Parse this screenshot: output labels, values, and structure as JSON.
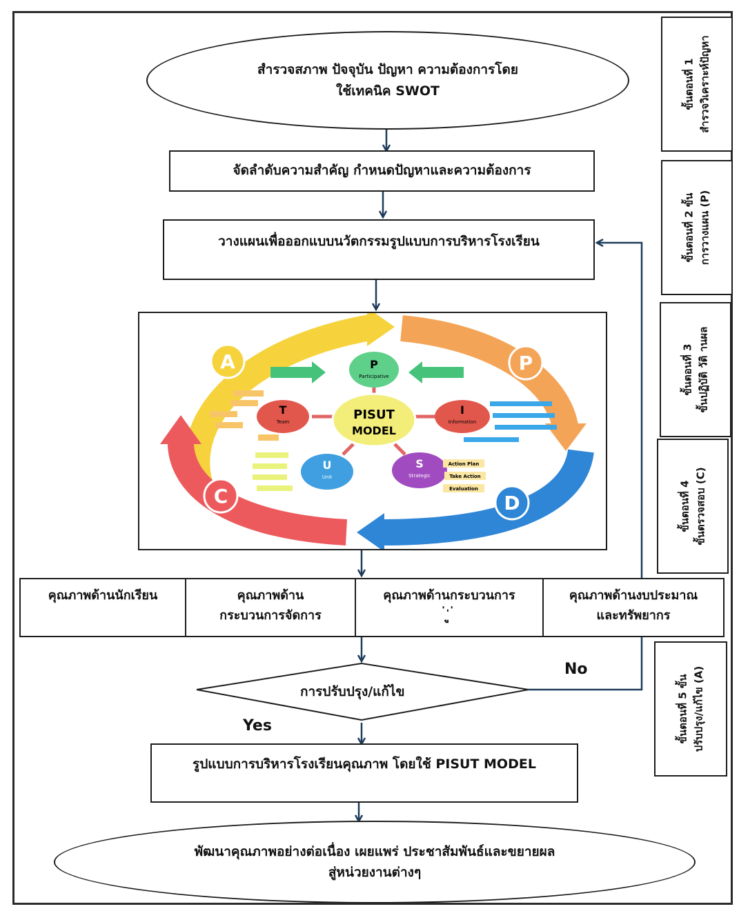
{
  "steps": {
    "start": {
      "line1": "สำรวจสภาพ  ปัจจุบัน  ปัญหา  ความต้องการโดย",
      "line2": "ใช้เทคนิค  SWOT"
    },
    "prioritize": "จัดลำดับความสำคัญ   กำหนดปัญหาและความต้องการ",
    "plan": "วางแผนเพื่อออกแบบนวัตกรรมรูปแบบการบริหารโรงเรียน",
    "decision": "การปรับปรุง/แก้ไข",
    "yes_label": "Yes",
    "no_label": "No",
    "model": "รูปแบบการบริหารโรงเรียนคุณภาพ  โดยใช้  PISUT  MODEL",
    "end": {
      "line1": "พัฒนาคุณภาพอย่างต่อเนื่อง    เผยแพร่    ประชาสัมพันธ์และขยายผล",
      "line2": "สู่หน่วยงานต่างๆ"
    }
  },
  "quality": [
    {
      "line1": "คุณภาพด้านนักเรียน",
      "line2": ""
    },
    {
      "line1": "คุณภาพด้าน",
      "line2": "กระบวนการจัดการ"
    },
    {
      "line1": "คุณภาพด้านกระบวนการ",
      "line2": "่   ู่   ่"
    },
    {
      "line1": "คุณภาพด้านงบประมาณ",
      "line2": "และทรัพยากร"
    }
  ],
  "side_steps": [
    {
      "line1": "ขั้นตอนที่ 1",
      "line2": "สำรวจวิเคราะห์ปัญหา"
    },
    {
      "line1": "ขั้นตอนที่ 2 ขั้น",
      "line2": "การวางแผน (P)"
    },
    {
      "line1": "ขั้นตอนที่ 3",
      "line2": "ขั้นปฏิบัติ  วัติ  านผล"
    },
    {
      "line1": "ขั้นตอนที่ 4",
      "line2": "ขั้นตรวจสอบ (C)"
    },
    {
      "line1": "ขั้นตอนที่ 5 ขั้น",
      "line2": "ปรับปรุง/แก้ไข (A)"
    }
  ],
  "cycle": {
    "center_line1": "PISUT",
    "center_line2": "MODEL",
    "letters": {
      "a": "A",
      "p": "P",
      "d": "D",
      "c": "C"
    },
    "nodes": {
      "p": "P",
      "i": "I",
      "s": "S",
      "u": "U",
      "t": "T"
    },
    "node_sub": {
      "p": "Participative",
      "i": "Information",
      "s": "Strategic",
      "u": "Unit",
      "t": "Team"
    },
    "s_tags": [
      "Action Plan",
      "Take Action",
      "Evaluation"
    ],
    "colors": {
      "a": "#f6d33c",
      "p": "#f4a456",
      "d": "#2f86d6",
      "c": "#ec5a5e",
      "node_p": "#5fd08a",
      "node_i": "#e2574c",
      "node_s": "#a04cc0",
      "node_u": "#3f9fe0",
      "node_t": "#e2574c",
      "center": "#f3ee7a"
    }
  }
}
